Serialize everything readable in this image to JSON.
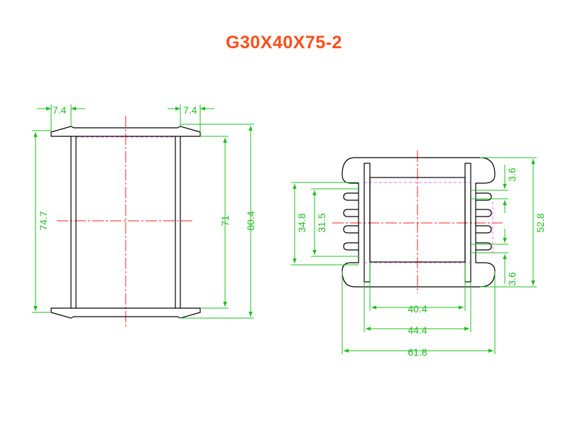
{
  "title": "G30X40X75-2",
  "colors": {
    "title": "#ff4d1a",
    "outline": "#000000",
    "dimension": "#1fbf1f",
    "centerline": "#ff2222",
    "hidden": "#ff66ff"
  },
  "side_view": {
    "flange_left": "7.4",
    "flange_right": "7.4",
    "inner_height": "74.7",
    "window_height": "71",
    "overall_height": "80.4"
  },
  "front_view": {
    "slot_top": "3.6",
    "slot_bottom": "3.6",
    "outer_height_left": "34.8",
    "inner_height_left": "31.5",
    "overall_height": "52.8",
    "inner_width": "40.4",
    "core_width": "44.4",
    "overall_width": "61.8"
  }
}
